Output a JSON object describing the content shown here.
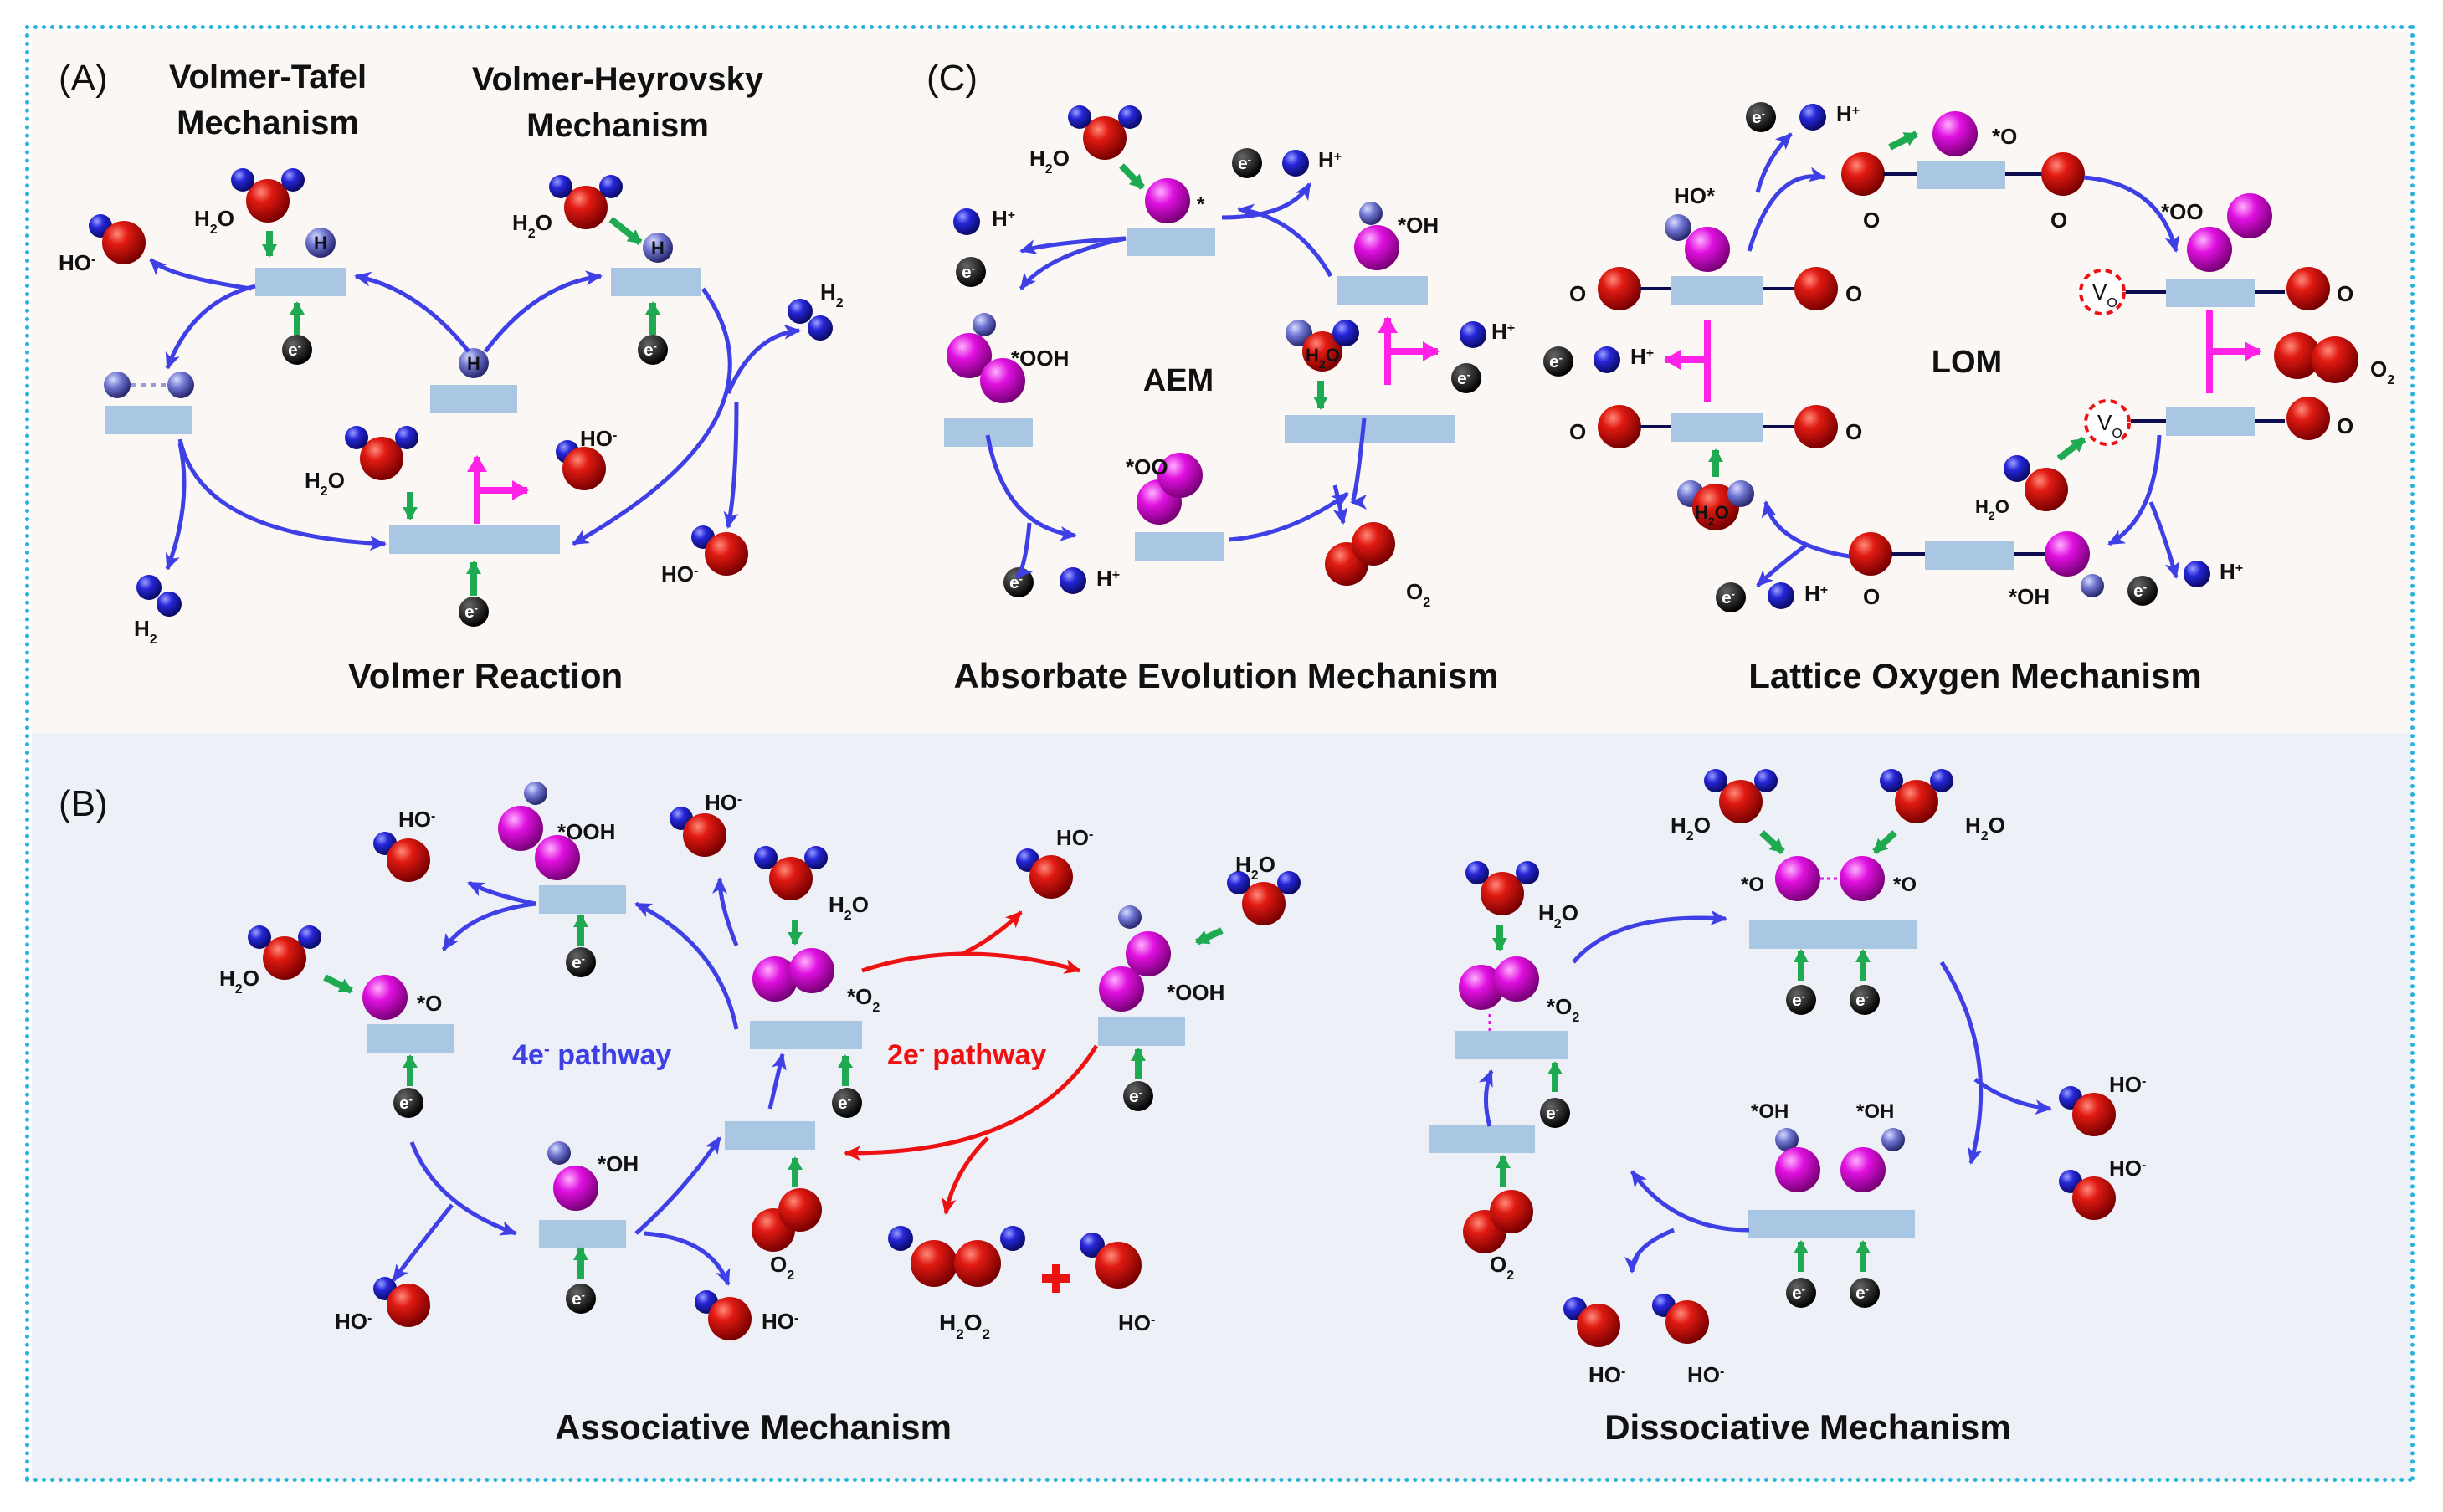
{
  "panels": {
    "A": {
      "label": "(A)",
      "mech1_line1": "Volmer-Tafel",
      "mech1_line2": "Mechanism",
      "mech2_line1": "Volmer-Heyrovsky",
      "mech2_line2": "Mechanism",
      "caption": "Volmer Reaction"
    },
    "B": {
      "label": "(B)",
      "pathway4": "4e",
      "pathway4_tail": " pathway",
      "pathway2": "2e",
      "pathway2_tail": " pathway",
      "caption_assoc": "Associative Mechanism",
      "caption_dissoc": "Dissociative Mechanism"
    },
    "C": {
      "label": "(C)",
      "aem": "AEM",
      "lom": "LOM",
      "caption_aem": "Absorbate Evolution Mechanism",
      "caption_lom": "Lattice Oxygen Mechanism"
    }
  },
  "species": {
    "h2o": "H",
    "h2o_sub": "2",
    "h2o_tail": "O",
    "hydroxide": "HO",
    "minus": "-",
    "plus": "+",
    "h2": "H",
    "h2_sub": "2",
    "o2": "O",
    "o2_sub": "2",
    "h2o2": "H",
    "h2o2_mid": "O",
    "h2o2_sub": "2",
    "h_atom": "H",
    "h_plus": "H",
    "electron": "e",
    "o_lattice": "O",
    "vacancy": "V",
    "vacancy_sub": "O",
    "ads_o": "*O",
    "ads_oh": "*OH",
    "ads_ooh": "*OOH",
    "ads_oo": "*OO",
    "ads_star": "*",
    "ho_star": "HO*",
    "ads_o2": "*O",
    "ads_o2_sub": "2"
  },
  "colors": {
    "oxygen": "#d81010",
    "hydrogen": "#2020c8",
    "adsorbed_o": "#e010e0",
    "substrate": "#a9c7e3",
    "cycle_arrow": "#3f3fe6",
    "transfer_arrow": "#1faa52",
    "branch_arrow": "#ff22e6",
    "two_e_pathway": "#ee1111",
    "frame": "#26b3dc"
  }
}
